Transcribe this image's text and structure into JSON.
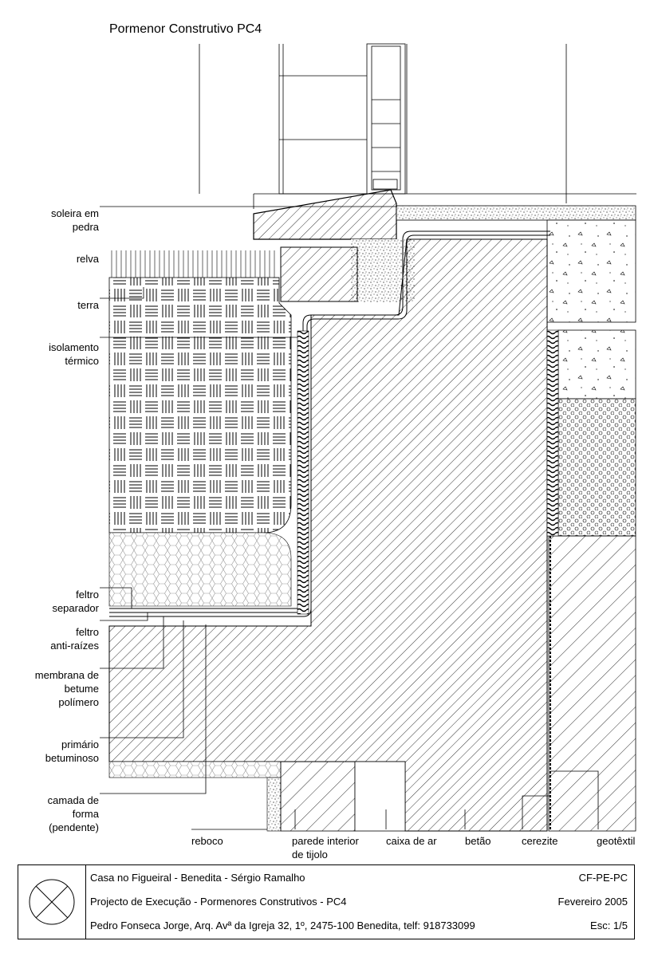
{
  "title": "Pormenor Construtivo PC4",
  "labels": {
    "soleira_l1": "soleira em",
    "soleira_l2": "pedra",
    "relva": "relva",
    "terra": "terra",
    "isolamento_l1": "isolamento",
    "isolamento_l2": "térmico",
    "feltro_sep_l1": "feltro",
    "feltro_sep_l2": "separador",
    "feltro_anti_l1": "feltro",
    "feltro_anti_l2": "anti-raízes",
    "membrana_l1": "membrana de",
    "membrana_l2": "betume",
    "membrana_l3": "polímero",
    "primario_l1": "primário",
    "primario_l2": "betuminoso",
    "camada_l1": "camada de",
    "camada_l2": "forma",
    "camada_l3": "(pendente)",
    "reboco": "reboco",
    "parede_l1": "parede interior",
    "parede_l2": "de tijolo",
    "caixa": "caixa de ar",
    "betao": "betão",
    "cerezite": "cerezite",
    "geotextil": "geotêxtil"
  },
  "title_block": {
    "line1": "Casa no Figueiral - Benedita - Sérgio Ramalho",
    "line2": "Projecto de Execução - Pormenores Construtivos - PC4",
    "line3": "Pedro Fonseca Jorge, Arq. Avª da Igreja 32, 1º, 2475-100 Benedita, telf: 918733099",
    "code": "CF-PE-PC",
    "date": "Fevereiro 2005",
    "scale": "Esc: 1/5"
  }
}
